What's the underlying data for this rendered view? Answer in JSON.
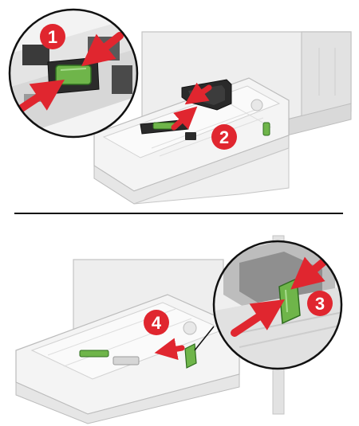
{
  "colors": {
    "badge": "#e0262f",
    "arrow": "#e0262f",
    "guide": "#6fb54a",
    "guide_dark": "#2f6d1f",
    "printer_body": "#e9e9e9",
    "printer_outline": "#b8b8b8",
    "tray_floor": "#f2f2f2",
    "latch_dark": "#2a2a2a",
    "separator": "#111111"
  },
  "panel_top": {
    "steps": [
      {
        "number": "1",
        "icon": "red-arrow-squeeze"
      },
      {
        "number": "2",
        "icon": "red-arrow-squeeze"
      }
    ]
  },
  "panel_bottom": {
    "steps": [
      {
        "number": "3",
        "icon": "red-arrow-squeeze"
      },
      {
        "number": "4",
        "icon": "red-arrow-left"
      }
    ]
  }
}
